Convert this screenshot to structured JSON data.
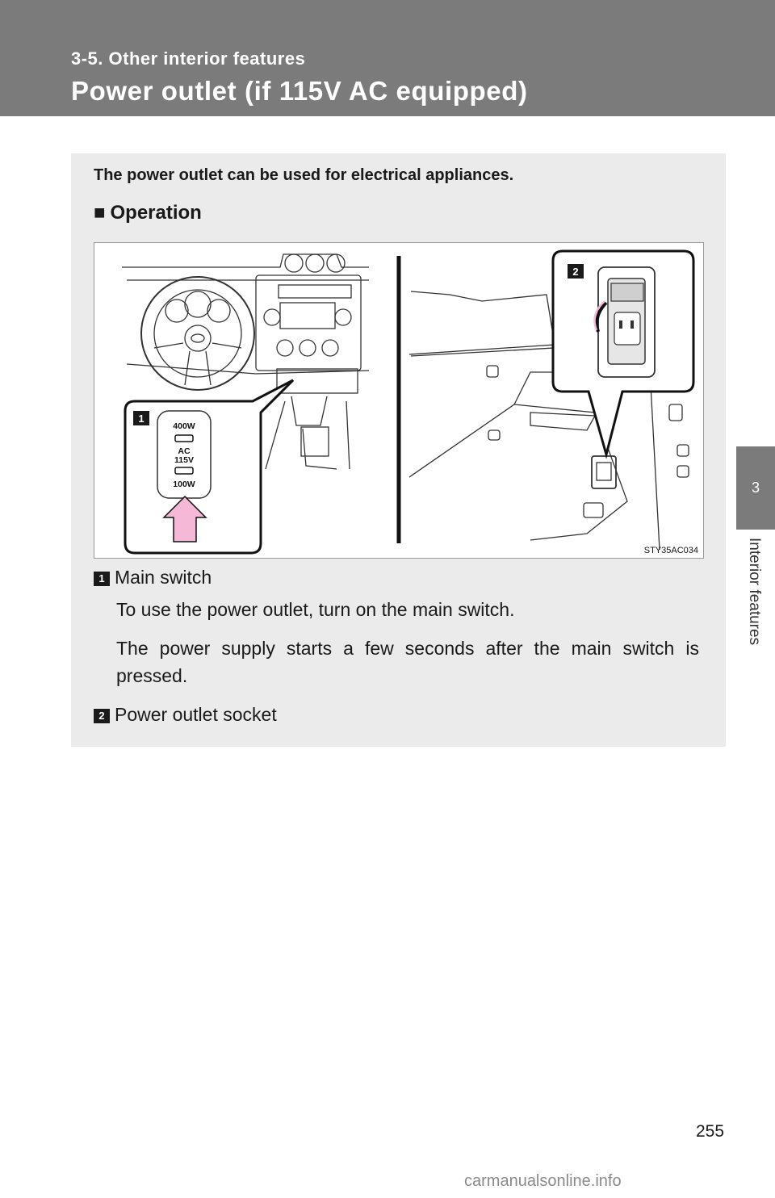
{
  "header": {
    "section": "3-5. Other interior features",
    "title": "Power outlet (if 115V AC equipped)"
  },
  "side_tab": {
    "number": "3",
    "label": "Interior features"
  },
  "intro": "The power outlet can be used for electrical appliances.",
  "subhead": {
    "bullet": "■",
    "text": "Operation"
  },
  "illustration": {
    "callout_1": "1",
    "callout_2": "2",
    "switch_labels": [
      "400W",
      "AC",
      "115V",
      "100W"
    ],
    "code": "STY35AC034",
    "arrow_color": "#f5b8d6"
  },
  "items": [
    {
      "badge": "1",
      "title": "Main switch",
      "desc": [
        "To use the power outlet, turn on the main switch.",
        "The power supply starts a few seconds after the main switch is pressed."
      ]
    },
    {
      "badge": "2",
      "title": "Power outlet socket",
      "desc": []
    }
  ],
  "footer": {
    "page_number": "255",
    "watermark": "carmanualsonline.info"
  }
}
